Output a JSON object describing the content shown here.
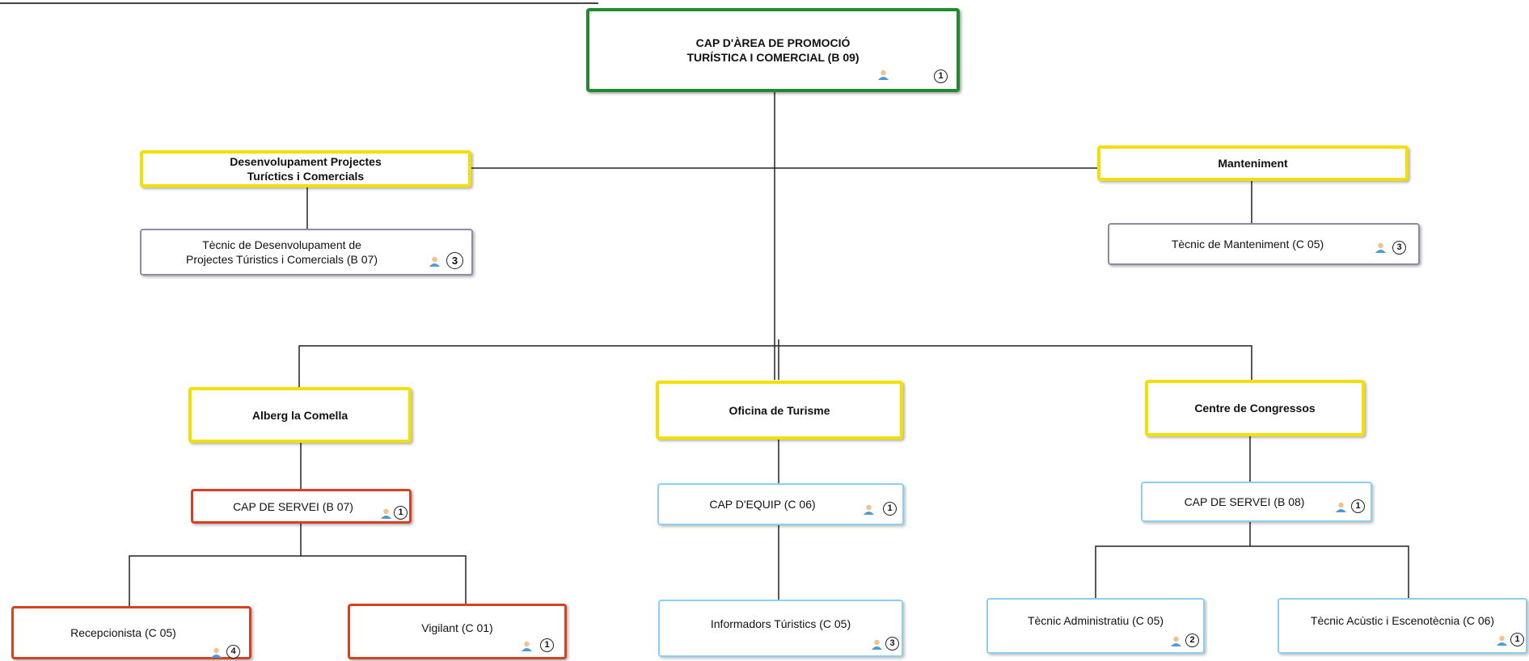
{
  "root": {
    "line1": "CAP D'ÀREA DE PROMOCIÓ",
    "line2": "TURÍSTICA I COMERCIAL (B 09)",
    "count": "1"
  },
  "dept_dev": {
    "line1": "Desenvolupament Projectes",
    "line2": "Turíctics i Comercials"
  },
  "dev_tech": {
    "line1": "Tècnic de Desenvolupament de",
    "line2": "Projectes Túristics i Comercials (B 07)",
    "count": "3"
  },
  "dept_maint": {
    "label": "Manteniment"
  },
  "maint_tech": {
    "label": "Tècnic de Manteniment (C 05)",
    "count": "3"
  },
  "alberg": {
    "label": "Alberg la Comella"
  },
  "oficina": {
    "label": "Oficina de Turisme"
  },
  "congressos": {
    "label": "Centre de Congressos"
  },
  "alberg_head": {
    "label": "CAP DE SERVEI (B 07)",
    "count": "1"
  },
  "oficina_head": {
    "label": "CAP D'EQUIP (C 06)",
    "count": "1"
  },
  "congressos_head": {
    "label": "CAP DE SERVEI (B 08)",
    "count": "1"
  },
  "recepcionista": {
    "label": "Recepcionista (C 05)",
    "count": "4"
  },
  "vigilant": {
    "label": "Vigilant (C 01)",
    "count": "1"
  },
  "informadors": {
    "label": "Informadors Túristics (C 05)",
    "count": "3"
  },
  "admin_tech": {
    "label": "Tècnic Administratiu (C 05)",
    "count": "2"
  },
  "acoustic_tech": {
    "label": "Tècnic Acùstic i Escenotècnia (C 06)",
    "count": "1"
  },
  "colors": {
    "root": "#1f8a2e",
    "department": "#f2e000",
    "tech": "#8f8aa6",
    "alberg_unit": "#d9401f",
    "unit": "#8ecff0",
    "connector": "#222222"
  }
}
